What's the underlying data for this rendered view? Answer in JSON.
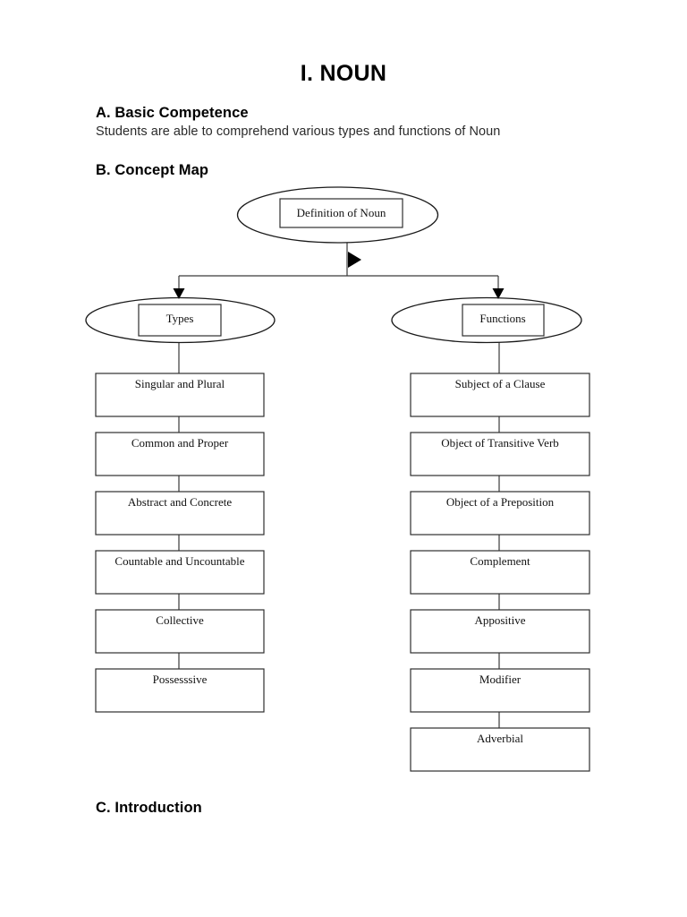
{
  "document": {
    "title": "I. NOUN",
    "sections": {
      "a": {
        "heading": "A. Basic Competence",
        "body": "Students are able to comprehend various types and functions of Noun"
      },
      "b": {
        "heading": "B. Concept Map"
      },
      "c": {
        "heading": "C. Introduction"
      }
    }
  },
  "concept_map": {
    "root": "Definition of Noun",
    "branches": [
      {
        "label": "Types",
        "items": [
          "Singular and Plural",
          "Common and Proper",
          "Abstract and Concrete",
          "Countable and Uncountable",
          "Collective",
          "Possesssive"
        ]
      },
      {
        "label": "Functions",
        "items": [
          "Subject of a Clause",
          "Object of Transitive Verb",
          "Object of a Preposition",
          "Complement",
          "Appositive",
          "Modifier",
          "Adverbial"
        ]
      }
    ]
  }
}
